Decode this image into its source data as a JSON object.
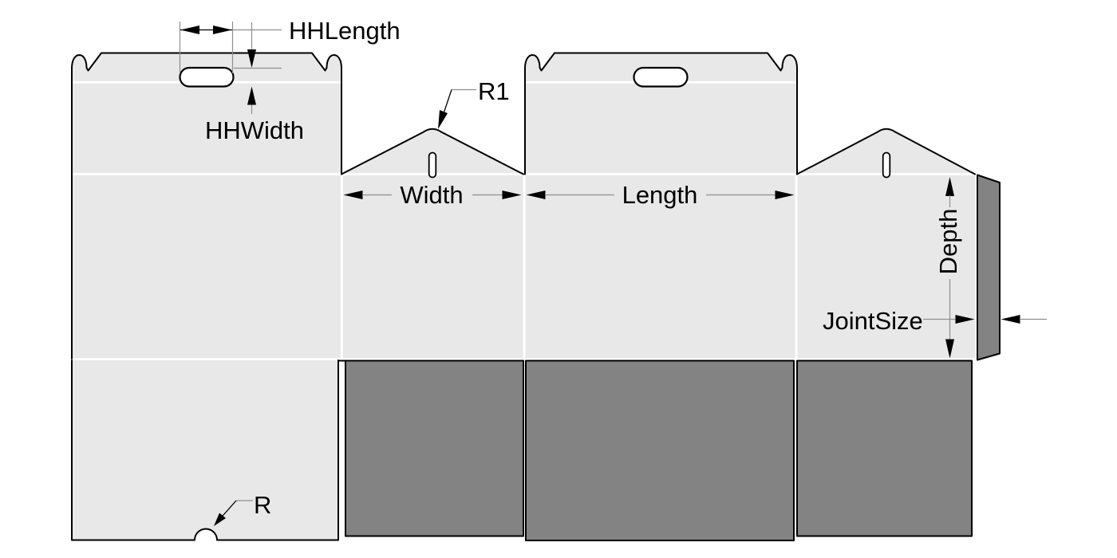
{
  "labels": {
    "hh_length": "HHLength",
    "hh_width": "HHWidth",
    "r1": "R1",
    "width": "Width",
    "length": "Length",
    "depth": "Depth",
    "joint_size": "JointSize",
    "r": "R"
  },
  "colors": {
    "background": "#ffffff",
    "panel": "#e8e8e8",
    "flap_dark": "#838383",
    "outline": "#000000",
    "dim_line": "#8f8f8f",
    "hole": "#ffffff",
    "text": "#000000"
  }
}
